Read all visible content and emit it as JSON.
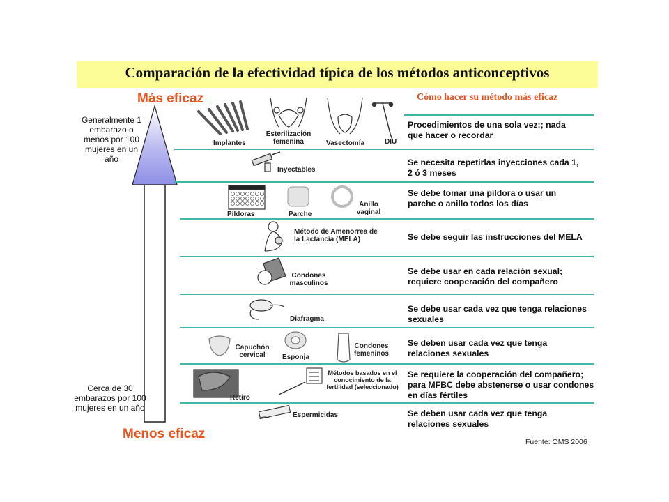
{
  "title": "Comparación de la efectividad típica de los métodos anticonceptivos",
  "more_effective_label": "Más eficaz",
  "less_effective_label": "Menos eficaz",
  "how_title": "Cómo hacer  su método más eficaz",
  "top_note": "Generalmente 1 embarazo o menos por 100 mujeres en un año",
  "bottom_note": "Cerca de 30 embarazos por 100 mujeres en un año",
  "rows": [
    {
      "instruction": "Procedimientos de una sola vez;; nada que hacer o recordar",
      "methods": [
        "Implantes",
        "Esterilización femenina",
        "Vasectomía",
        "DIU"
      ]
    },
    {
      "instruction": "Se necesita repetirlas inyecciones cada 1, 2 ó 3 meses",
      "methods": [
        "Inyectables"
      ]
    },
    {
      "instruction": "Se debe tomar una píldora o usar un parche o anillo todos los días",
      "methods": [
        "Píldoras",
        "Parche",
        "Anillo vaginal"
      ]
    },
    {
      "instruction": "Se debe seguir las instrucciones del MELA",
      "methods": [
        "Método de Amenorrea de la Lactancia (MELA)"
      ]
    },
    {
      "instruction": "Se debe usar en cada relación sexual; requiere cooperación del compañero",
      "methods": [
        "Condones masculinos"
      ]
    },
    {
      "instruction": "Se debe usar cada vez que tenga relaciones sexuales",
      "methods": [
        "Diafragma"
      ]
    },
    {
      "instruction": "Se deben usar cada vez que tenga relaciones sexuales",
      "methods": [
        "Capuchón cervical",
        "Esponja",
        "Condones femeninos"
      ]
    },
    {
      "instruction": "Se requiere la cooperación del compañero; para MFBC debe abstenerse o usar condones en días fértiles",
      "methods": [
        "Retiro",
        "Métodos basados en el conocimiento de la fertilidad (seleccionado)"
      ]
    },
    {
      "instruction": "Se deben usar cada vez que tenga relaciones sexuales",
      "methods": [
        "Espermicidas"
      ]
    }
  ],
  "source": "Fuente: OMS 2006",
  "colors": {
    "banner": "#fdfd98",
    "accent_orange": "#e8531e",
    "divider_teal": "#3fb7a6",
    "arrow_blue": "#8f8fe6"
  }
}
